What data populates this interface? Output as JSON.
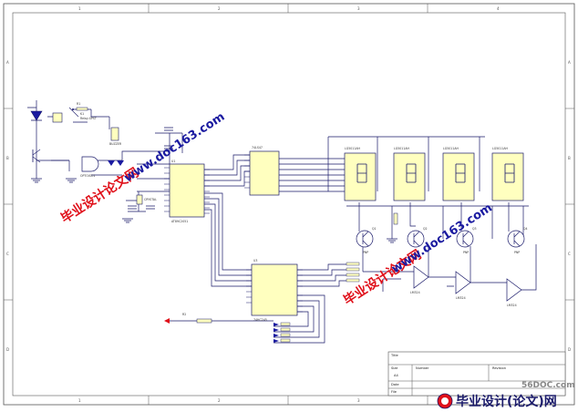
{
  "ruler": {
    "top": [
      "1",
      "2",
      "3",
      "4"
    ],
    "side": [
      "A",
      "B",
      "C",
      "D"
    ]
  },
  "components": {
    "mcu": "AT89C2051",
    "decoder": "74LS47",
    "driver": "74HC245",
    "display_1": "LG5011AH",
    "display_2": "LG5011AH",
    "display_3": "LG5011AH",
    "display_4": "LG5011AH",
    "optocoupler": "OPTOISO1",
    "relay": "Relay-SPST",
    "buzzer": "BUZZER",
    "crystal": "CRYSTAL",
    "transistor": "PNP",
    "opamp": "LM324",
    "resistor": "RES2"
  },
  "refs": {
    "u1": "U1",
    "u2": "U2",
    "u3": "U3",
    "q1": "Q1",
    "q2": "Q2",
    "q3": "Q3",
    "q4": "Q4",
    "k1": "K1",
    "y1": "Y1",
    "r1": "R1",
    "r2": "R2"
  },
  "title_block": {
    "title_label": "Title",
    "size_label": "Size",
    "size_value": "A4",
    "number_label": "Number",
    "revision_label": "Revision",
    "date_label": "Date",
    "file_label": "File"
  },
  "watermarks": {
    "top": "毕业设计论文网",
    "top_url": "www.doc163.com",
    "bottom": "毕业设计论文网",
    "bottom_url": "www.doc163.com",
    "site": "56DOC.com",
    "footer": "毕业设计(论文)网"
  },
  "colors": {
    "wire": "#1a1a6a",
    "component_fill": "#ffffbf",
    "watermark_red": "#e0101a",
    "watermark_blue": "#1a1aa0"
  }
}
